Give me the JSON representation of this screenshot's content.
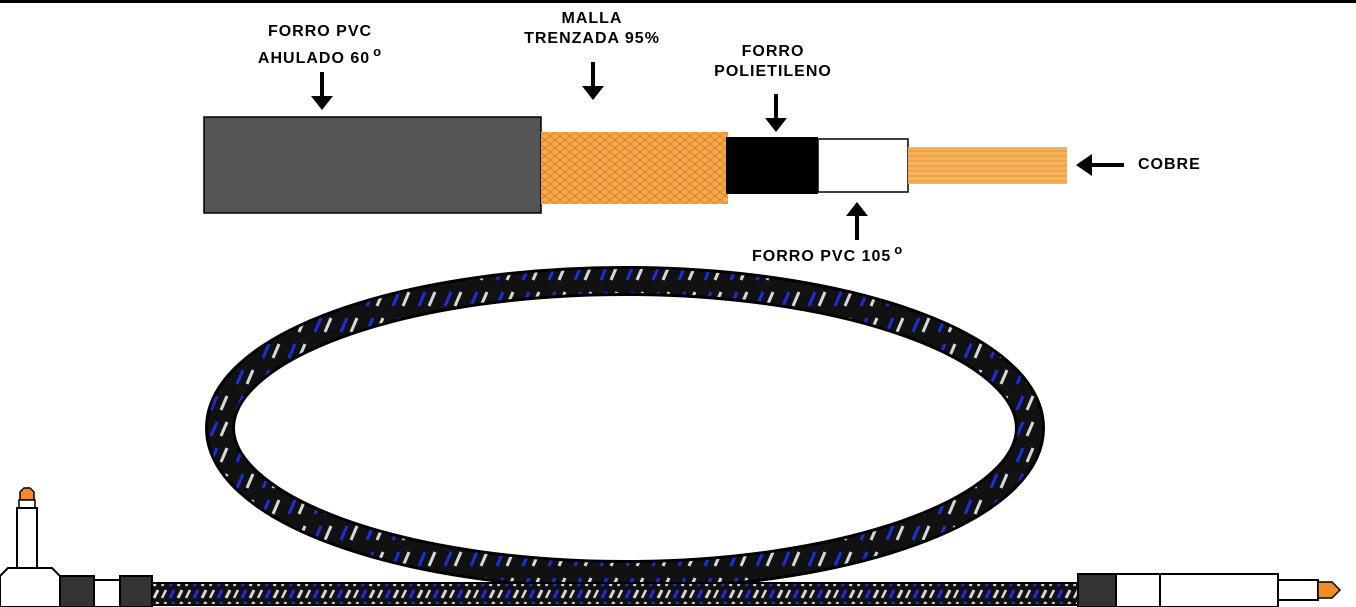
{
  "labels": {
    "pvc_outer_line1": "FORRO PVC",
    "pvc_outer_line2": "AHULADO 60",
    "mesh_line1": "MALLA",
    "mesh_line2": "TRENZADA 95%",
    "poly_line1": "FORRO",
    "poly_line2": "POLIETILENO",
    "copper": "COBRE",
    "pvc_inner": "FORRO PVC 105",
    "degree_symbol": "o"
  },
  "colors": {
    "outer_jacket": "#555555",
    "mesh": "#f5a94a",
    "poly": "#000000",
    "inner_pvc": "#ffffff",
    "copper": "#f7b25c",
    "braid_base": "#111111",
    "braid_stripe_blue": "#1a2fd6",
    "braid_stripe_white": "#d8d8d8"
  },
  "icons": [
    "down-arrow-icon",
    "up-arrow-icon",
    "left-arrow-icon",
    "jack-plug-icon"
  ]
}
